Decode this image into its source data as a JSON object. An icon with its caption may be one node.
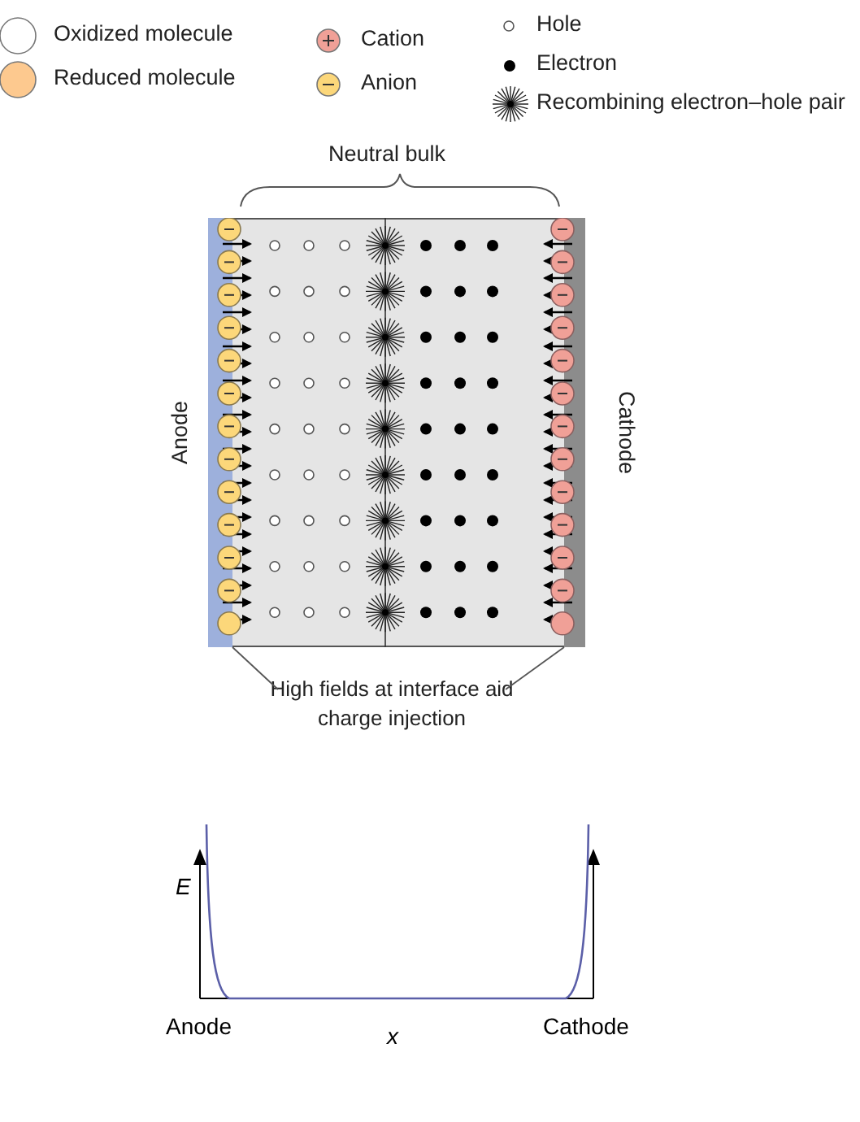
{
  "diagram": {
    "nodes": [
      {
        "text": [
          "Anode"
        ]
      },
      {
        "text": [
          "Cathode"
        ]
      },
      {
        "text": [
          "High fields at interface aid charge injection"
        ]
      }
    ],
    "edges": [
      {
        "from": 2,
        "to": 0,
        "arrow": "none"
      },
      {
        "from": 2,
        "to": 1,
        "arrow": "none"
      }
    ],
    "labels": [
      "Neutral bulk",
      "E",
      "Anode",
      "x",
      "Cathode"
    ],
    "legend": [
      {
        "text": "Oxidized molecule",
        "color": "#ffffff"
      },
      {
        "text": "Reduced molecule",
        "color": "#fdc98f"
      },
      {
        "text": "Cation",
        "color": "#f0a097"
      },
      {
        "text": "Anion",
        "color": "#fcd77a"
      },
      {
        "text": "Hole"
      },
      {
        "text": "Electron"
      },
      {
        "text": "Recombining electron–hole pair"
      }
    ]
  }
}
